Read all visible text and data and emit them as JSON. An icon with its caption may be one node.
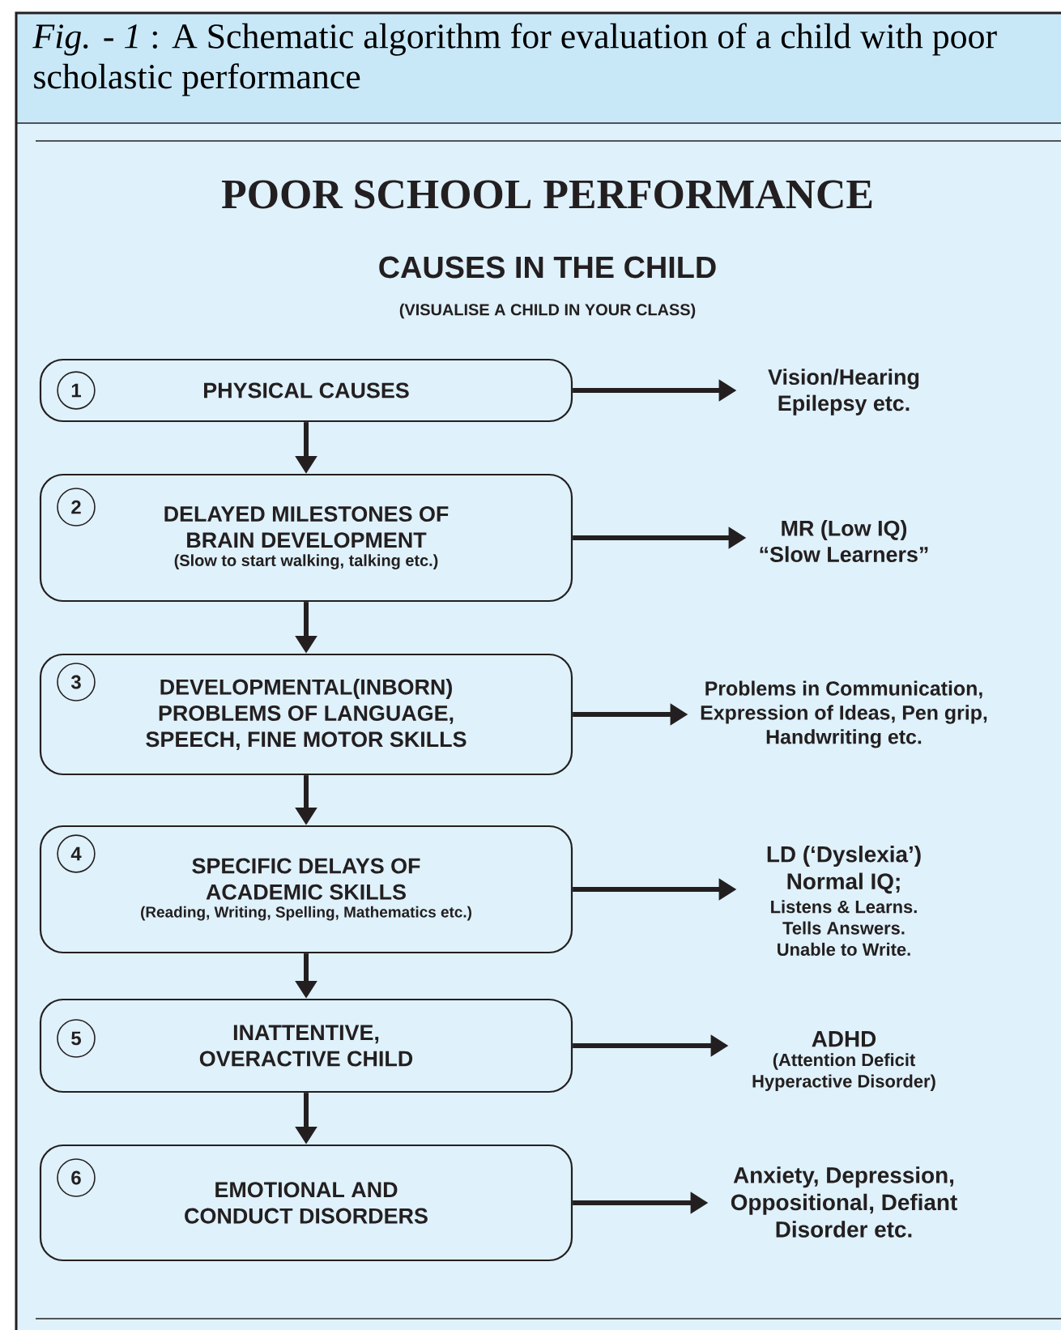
{
  "diagram": {
    "caption": "*Fig. - 1* : A Schematic algorithm for evaluation of a child with poor scholastic performance",
    "title": "POOR SCHOOL PERFORMANCE",
    "labels": [
      "CAUSES IN THE CHILD",
      "(VISUALISE A CHILD IN YOUR CLASS)"
    ],
    "nodes": [
      {
        "text": [
          "PHYSICAL CAUSES"
        ]
      },
      {
        "text": [
          "1"
        ],
        "in": 0
      },
      {
        "text": [
          "Vision/Hearing Epilepsy etc."
        ]
      },
      {
        "text": [
          "DELAYED MILESTONES OF BRAIN DEVELOPMENT",
          "(Slow to start walking, talking etc.)"
        ]
      },
      {
        "text": [
          "2"
        ],
        "in": 3
      },
      {
        "text": [
          "MR (Low IQ) “Slow Learners”"
        ]
      },
      {
        "text": [
          "DEVELOPMENTAL(INBORN) PROBLEMS OF LANGUAGE, SPEECH, FINE MOTOR SKILLS"
        ]
      },
      {
        "text": [
          "3"
        ],
        "in": 6
      },
      {
        "text": [
          "Problems in Communication, Expression of Ideas, Pen grip, Handwriting etc."
        ]
      },
      {
        "text": [
          "SPECIFIC DELAYS OF ACADEMIC SKILLS",
          "(Reading, Writing, Spelling, Mathematics etc.)"
        ]
      },
      {
        "text": [
          "4"
        ],
        "in": 9
      },
      {
        "text": [
          "LD (‘Dyslexia’) Normal IQ;",
          "Listens & Learns. Tells Answers. Unable to Write."
        ]
      },
      {
        "text": [
          "INATTENTIVE, OVERACTIVE CHILD"
        ]
      },
      {
        "text": [
          "5"
        ],
        "in": 12
      },
      {
        "text": [
          "ADHD",
          "(Attention Deficit Hyperactive Disorder)"
        ]
      },
      {
        "text": [
          "EMOTIONAL AND CONDUCT DISORDERS"
        ]
      },
      {
        "text": [
          "6"
        ],
        "in": 15
      },
      {
        "text": [
          "Anxiety, Depression, Oppositional, Defiant Disorder etc."
        ]
      }
    ],
    "edges": [
      {
        "from": 0,
        "to": 2,
        "arrow": "to"
      },
      {
        "from": 0,
        "to": 3,
        "arrow": "to"
      },
      {
        "from": 3,
        "to": 5,
        "arrow": "to"
      },
      {
        "from": 3,
        "to": 6,
        "arrow": "to"
      },
      {
        "from": 6,
        "to": 8,
        "arrow": "to"
      },
      {
        "from": 6,
        "to": 9,
        "arrow": "to"
      },
      {
        "from": 9,
        "to": 11,
        "arrow": "to"
      },
      {
        "from": 9,
        "to": 12,
        "arrow": "to"
      },
      {
        "from": 12,
        "to": 14,
        "arrow": "to"
      },
      {
        "from": 12,
        "to": 15,
        "arrow": "to"
      },
      {
        "from": 15,
        "to": 17,
        "arrow": "to"
      }
    ]
  }
}
